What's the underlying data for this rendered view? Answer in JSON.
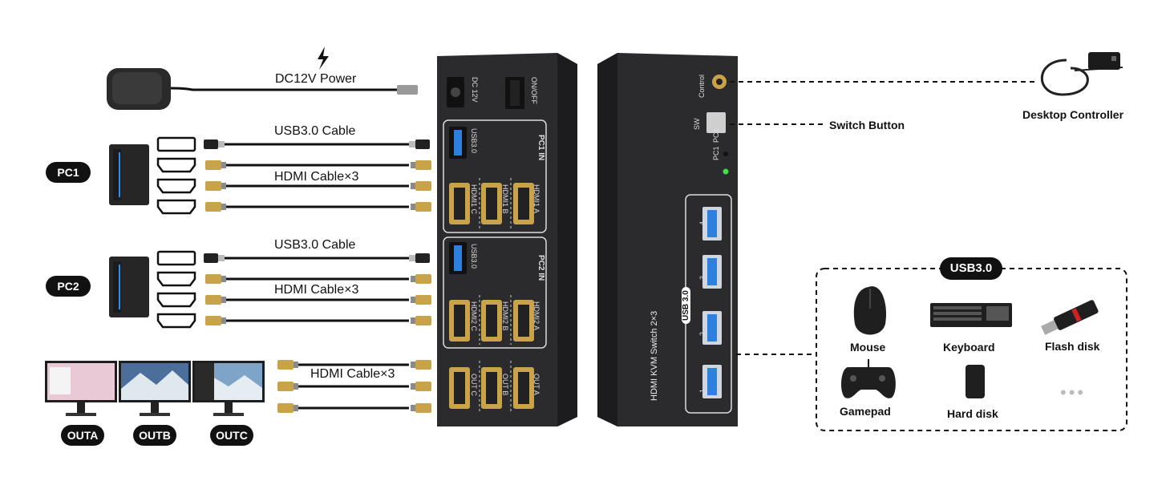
{
  "labels": {
    "power": "DC12V Power",
    "usb_cable_1": "USB3.0 Cable",
    "hdmi_cable_1": "HDMI Cable×3",
    "usb_cable_2": "USB3.0 Cable",
    "hdmi_cable_2": "HDMI Cable×3",
    "hdmi_cable_out": "HDMI Cable×3",
    "switch_button": "Switch Button",
    "desktop_controller": "Desktop Controller"
  },
  "badges": {
    "pc1": "PC1",
    "pc2": "PC2",
    "outa": "OUTA",
    "outb": "OUTB",
    "outc": "OUTC",
    "usb30": "USB3.0"
  },
  "peripherals": {
    "mouse": "Mouse",
    "keyboard": "Keyboard",
    "flash": "Flash disk",
    "gamepad": "Gamepad",
    "harddisk": "Hard disk",
    "more": "•••"
  },
  "front_panel": {
    "dc": "DC 12V",
    "onoff": "ON/OFF",
    "pc1_in": "PC1 IN",
    "pc2_in": "PC2 IN",
    "usb_label": "USB3.0",
    "hdmi1a": "HDMI1 A",
    "hdmi1b": "HDMI1 B",
    "hdmi1c": "HDMI1 C",
    "hdmi2a": "HDMI2 A",
    "hdmi2b": "HDMI2 B",
    "hdmi2c": "HDMI2 C",
    "outa": "OUT A",
    "outb": "OUT B",
    "outc": "OUT C"
  },
  "back_panel": {
    "title": "HDMI KVM Switch 2×3",
    "control": "Control",
    "sw": "SW",
    "pc1": "PC1",
    "pc2": "PC2",
    "usb": "USB 3.0",
    "port1": "1",
    "port2": "2",
    "port3": "3",
    "port4": "4"
  },
  "colors": {
    "device": "#2b2b2d",
    "device_dark": "#1c1c1e",
    "gold": "#c9a34a",
    "usb_blue": "#2f7fe0",
    "cable": "#111111",
    "led_green": "#3fe04a"
  }
}
